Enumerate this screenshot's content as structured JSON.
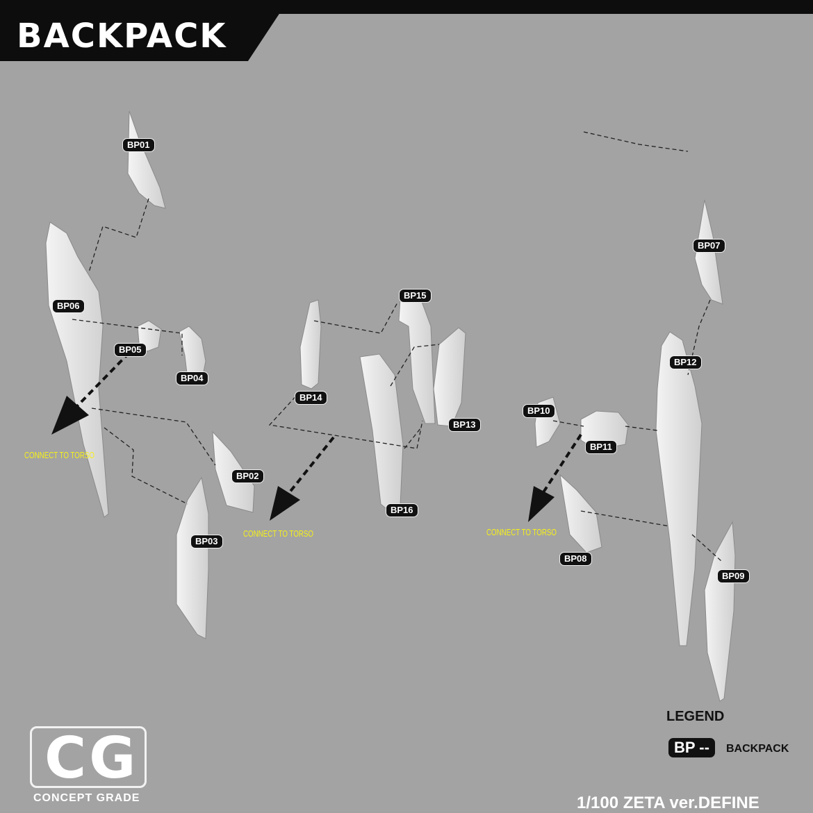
{
  "header": {
    "title": "BACKPACK"
  },
  "parts": [
    {
      "id": "BP01"
    },
    {
      "id": "BP02"
    },
    {
      "id": "BP03"
    },
    {
      "id": "BP04"
    },
    {
      "id": "BP05"
    },
    {
      "id": "BP06"
    },
    {
      "id": "BP07"
    },
    {
      "id": "BP08"
    },
    {
      "id": "BP09"
    },
    {
      "id": "BP10"
    },
    {
      "id": "BP11"
    },
    {
      "id": "BP12"
    },
    {
      "id": "BP13"
    },
    {
      "id": "BP14"
    },
    {
      "id": "BP15"
    },
    {
      "id": "BP16"
    }
  ],
  "notes": {
    "connect": "CONNECT TO TORSO"
  },
  "logo": {
    "letters": "CG",
    "subtitle": "CONCEPT GRADE"
  },
  "legend": {
    "title": "LEGEND",
    "code": "BP --",
    "description": "BACKPACK"
  },
  "footer": {
    "model": "1/100 ZETA ver.DEFINE"
  },
  "colors": {
    "background": "#a3a3a3",
    "tag": "#111111",
    "note": "#f5f01a",
    "part": "#e8e8e8"
  }
}
